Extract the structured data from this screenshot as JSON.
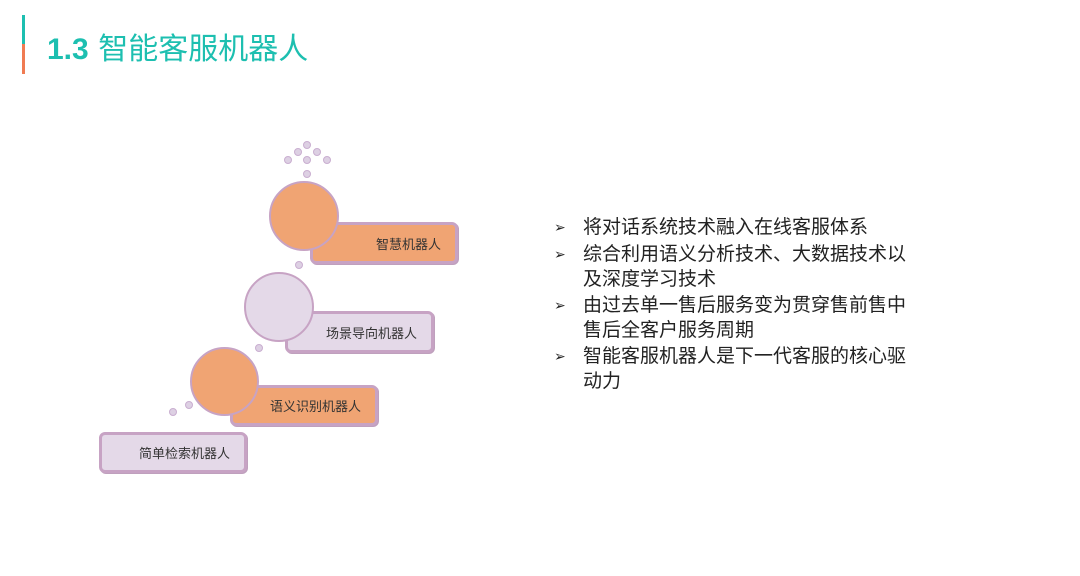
{
  "header": {
    "number": "1.3",
    "title": "智能客服机器人",
    "accent_top_color": "#1dbfb0",
    "accent_bottom_color": "#f07b52",
    "title_color": "#1dbfb0"
  },
  "diagram": {
    "orange_fill": "#f0a473",
    "lavender_fill": "#e4d9e8",
    "steps": [
      {
        "label": "智慧机器人",
        "fill": "orange"
      },
      {
        "label": "场景导向机器人",
        "fill": "lavender"
      },
      {
        "label": "语义识别机器人",
        "fill": "orange"
      },
      {
        "label": "简单检索机器人",
        "fill": "lavender"
      }
    ]
  },
  "bullets": {
    "arrow_icon": "➢",
    "items": [
      "将对话系统技术融入在线客服体系",
      "综合利用语义分析技术、大数据技术以及深度学习技术",
      "由过去单一售后服务变为贯穿售前售中售后全客户服务周期",
      "智能客服机器人是下一代客服的核心驱动力"
    ]
  }
}
